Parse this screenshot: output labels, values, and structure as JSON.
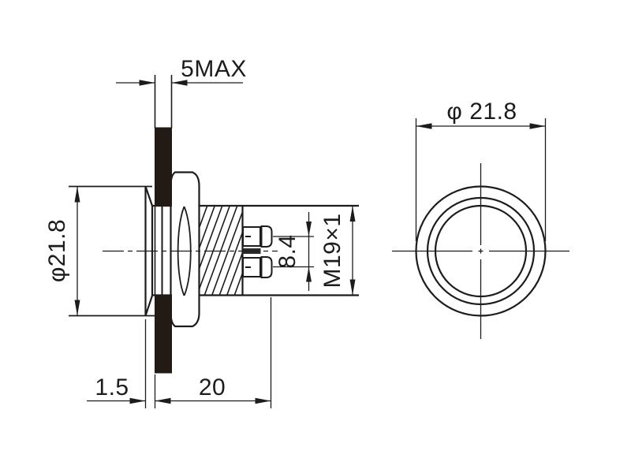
{
  "colors": {
    "line": "#1c1c1c",
    "panel_fill": "#221a14",
    "background": "#ffffff"
  },
  "side_view": {
    "labels": {
      "panel_thickness": "5MAX",
      "bezel_diameter": "φ21.8",
      "terminal_pitch": "8.4",
      "thread": "M19×1",
      "bezel_thickness": "1.5",
      "body_length": "20"
    }
  },
  "front_view": {
    "labels": {
      "diameter": "φ 21.8"
    }
  }
}
